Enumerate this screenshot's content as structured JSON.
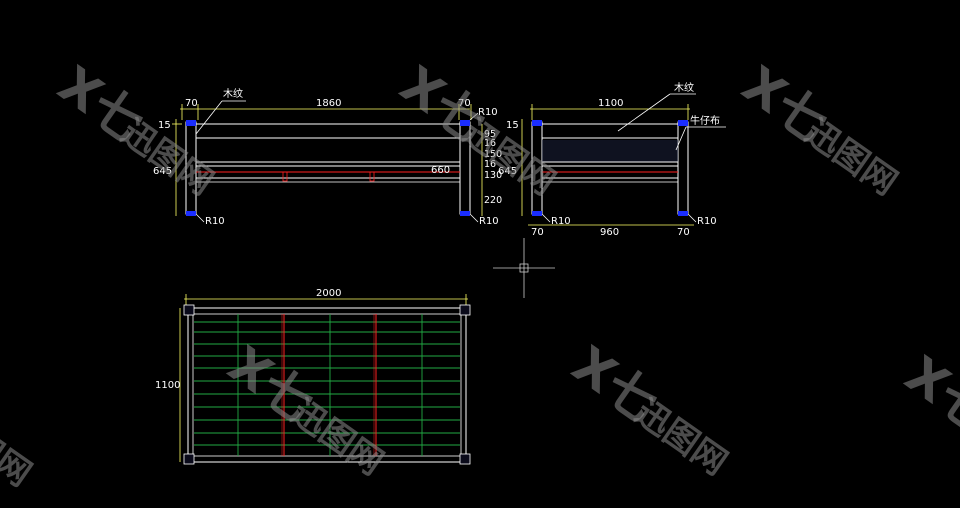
{
  "front_view": {
    "dim_left_post": "70",
    "dim_length": "1860",
    "dim_right_post": "70",
    "dim_top_rail": "15",
    "dim_height": "645",
    "dim_inner_height": "660",
    "label_wood": "木纹",
    "radius_top": "R10",
    "radius_bottom_left": "R10",
    "radius_bottom_right": "R10",
    "stack_dims": [
      "95",
      "16",
      "150",
      "16",
      "130",
      "220"
    ]
  },
  "side_view": {
    "dim_width": "1100",
    "dim_top_rail": "15",
    "dim_height": "645",
    "dim_left_post": "70",
    "dim_inner": "960",
    "dim_right_post": "70",
    "label_wood": "木纹",
    "label_denim": "牛仔布",
    "radius_left": "R10",
    "radius_right": "R10"
  },
  "plan_view": {
    "dim_length": "2000",
    "dim_width": "1100"
  },
  "watermark": {
    "logo_letters": "X七",
    "brand": "迅图网"
  },
  "colors": {
    "background": "#000000",
    "line": "#ffffff",
    "dimension": "#ffff66",
    "post": "#1a2dff",
    "red": "#ff2020",
    "green": "#22aa44"
  }
}
